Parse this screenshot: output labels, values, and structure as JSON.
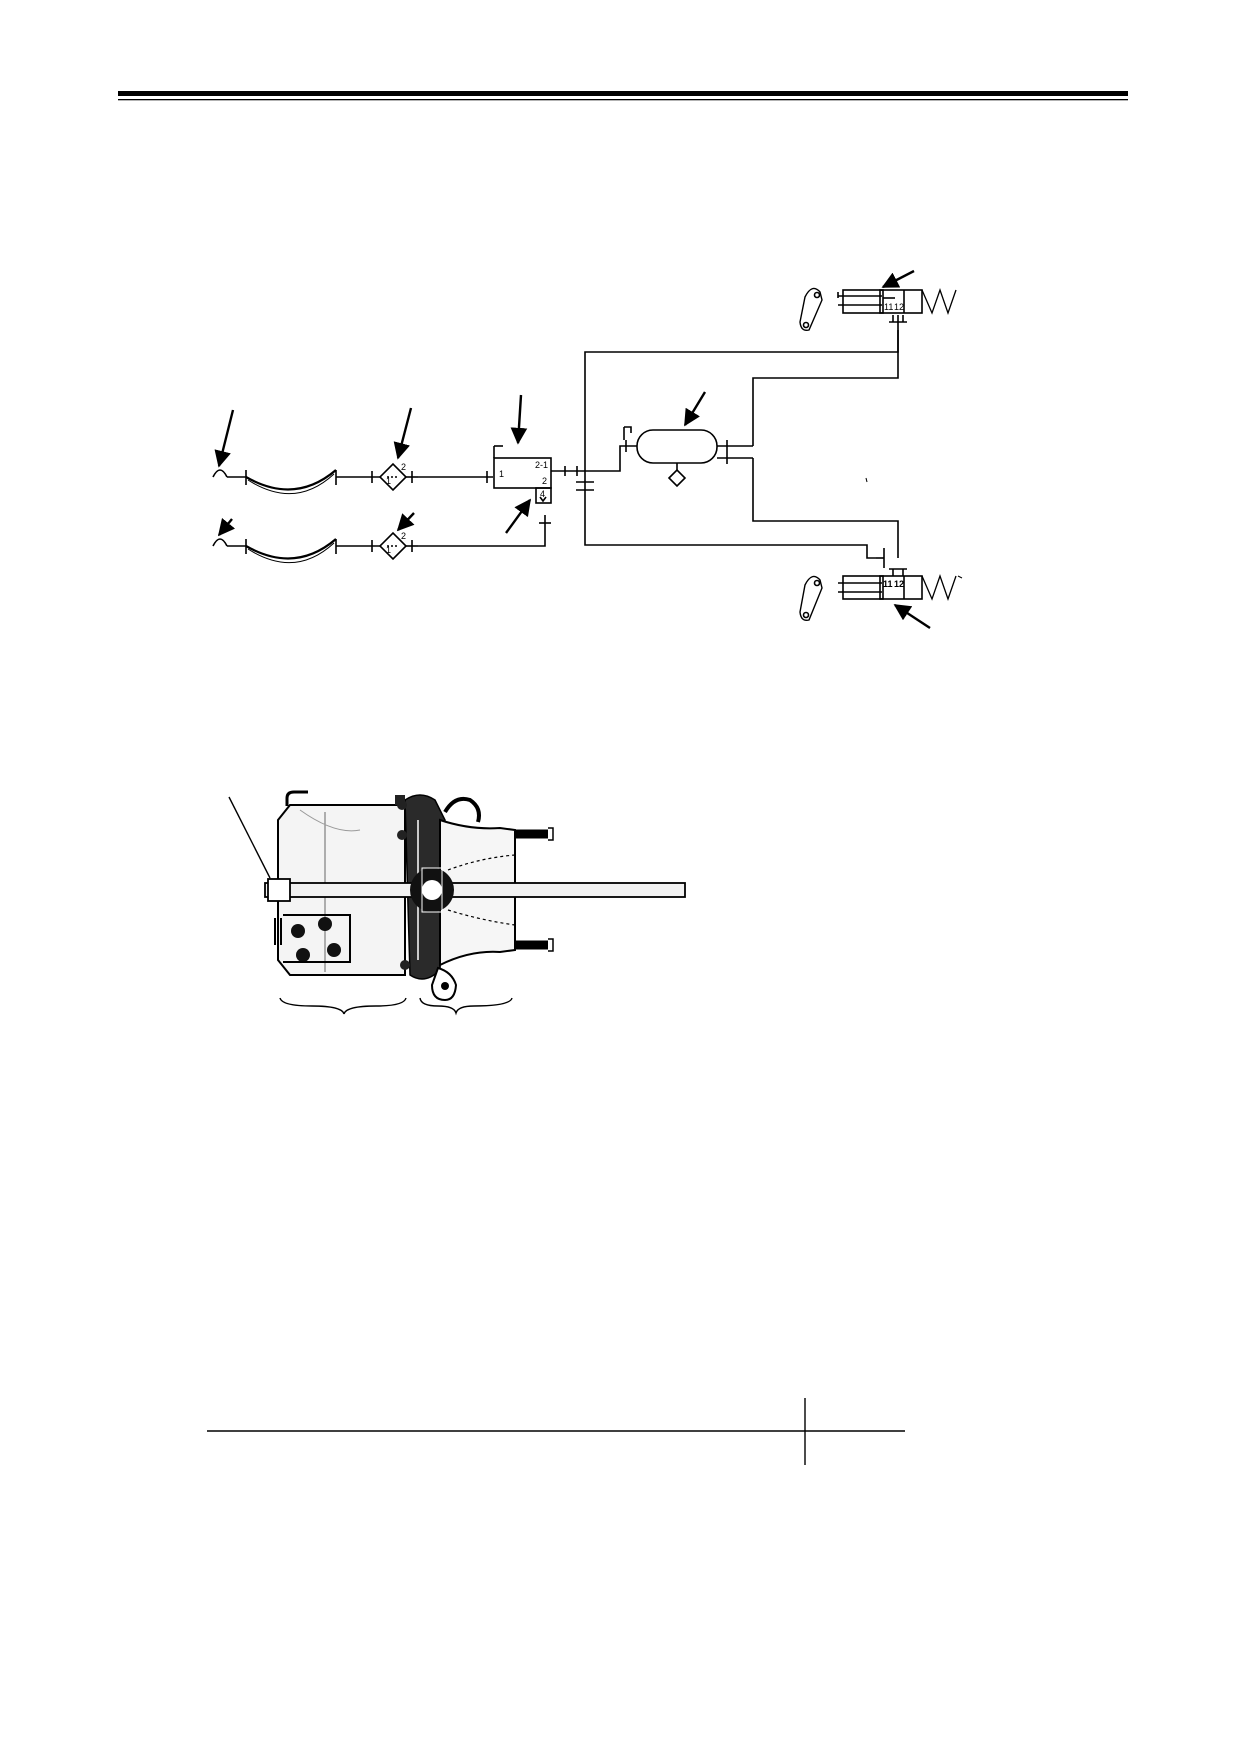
{
  "page": {
    "background": "#ffffff",
    "ink_color": "#000000"
  },
  "schematic": {
    "labels": {
      "filter_upper_port_in": "1",
      "filter_upper_port_out": "2",
      "filter_lower_port_in": "1",
      "filter_lower_port_out": "2",
      "relay_valve_port_1": "1",
      "relay_valve_port_21": "2-1",
      "relay_valve_port_2": "2",
      "relay_valve_port_4": "4",
      "chamber_top_port_11": "11",
      "chamber_top_port_12": "12",
      "chamber_bottom_port_11": "11",
      "chamber_bottom_port_12": "12"
    }
  },
  "illustration": {
    "subject": "spring brake chamber cutaway"
  },
  "footer": {
    "left_text": "",
    "right_text": ""
  }
}
